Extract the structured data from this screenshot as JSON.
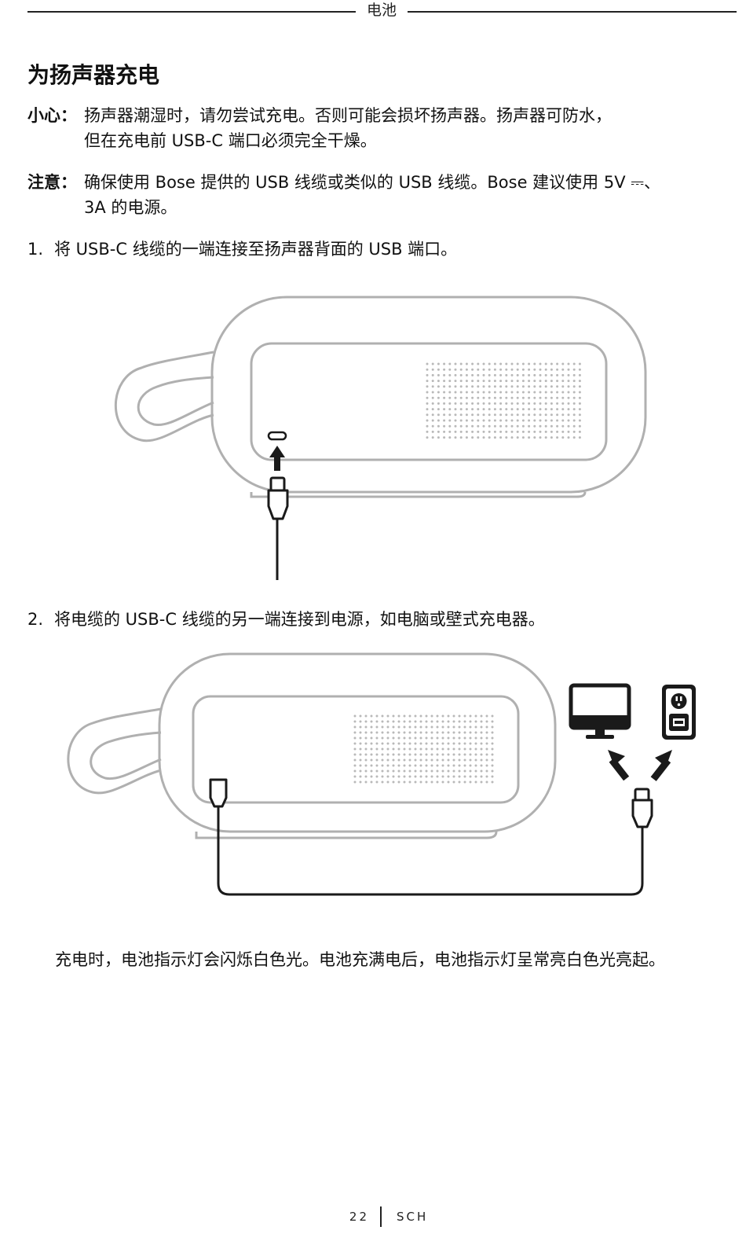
{
  "header": {
    "section_title": "电池"
  },
  "main": {
    "heading": "为扬声器充电",
    "caution": {
      "label": "小心：",
      "text": "扬声器潮湿时，请勿尝试充电。否则可能会损坏扬声器。扬声器可防水，\n但在充电前 USB-C 端口必须完全干燥。"
    },
    "notice": {
      "label": "注意：",
      "text": "确保使用 Bose 提供的 USB 线缆或类似的 USB 线缆。Bose 建议使用 5V ⎓、\n3A 的电源。"
    },
    "steps": [
      {
        "number": "1.",
        "text": "将 USB-C 线缆的一端连接至扬声器背面的 USB 端口。"
      },
      {
        "number": "2.",
        "text": "将电缆的 USB-C 线缆的另一端连接到电源，如电脑或壁式充电器。"
      }
    ],
    "result": "充电时，电池指示灯会闪烁白色光。电池充满电后，电池指示灯呈常亮白色光亮起。"
  },
  "footer": {
    "page_number": "22",
    "language": "SCH"
  },
  "colors": {
    "text": "#111111",
    "illustration_outline": "#b0b0b0",
    "cable": "#1a1a1a"
  },
  "icons": [
    "computer-monitor-icon",
    "wall-outlet-icon",
    "arrow-up-icon",
    "usb-c-plug-icon"
  ]
}
